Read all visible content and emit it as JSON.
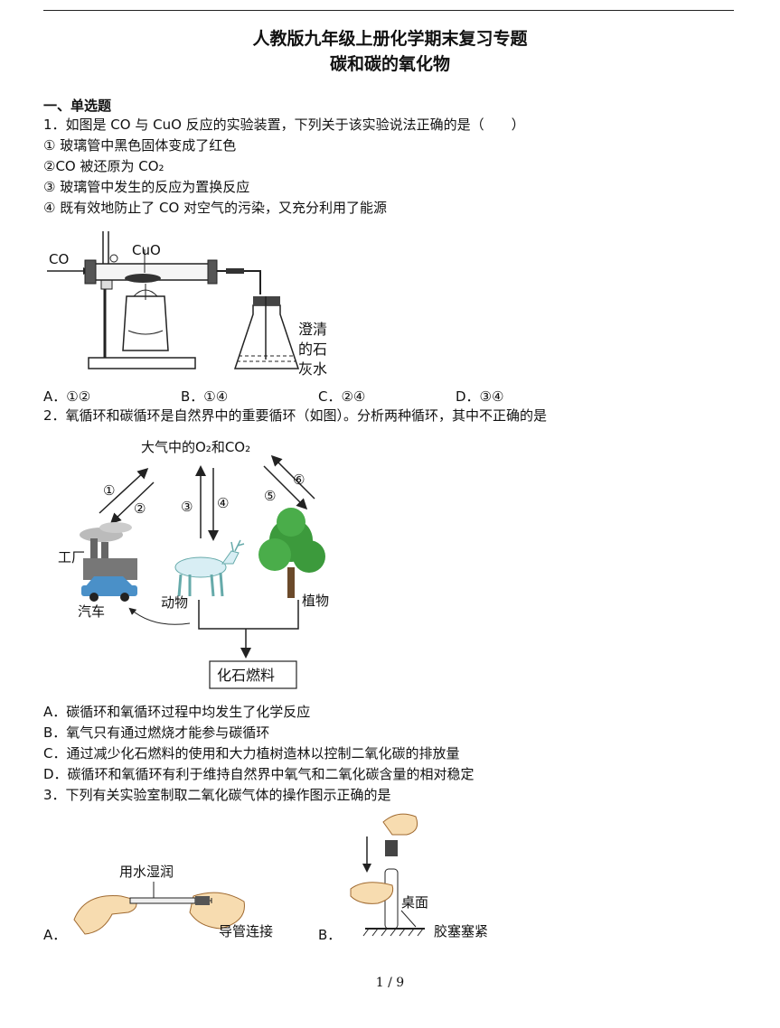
{
  "doc": {
    "title": "人教版九年级上册化学期末复习专题",
    "subtitle": "碳和碳的氧化物",
    "section": "一、单选题",
    "page": "1 / 9"
  },
  "q1": {
    "stem": "1．如图是 CO 与 CuO 反应的实验装置，下列关于该实验说法正确的是（　　）",
    "statements": [
      "① 玻璃管中黑色固体变成了红色",
      "②CO 被还原为 CO₂",
      "③ 玻璃管中发生的反应为置换反应",
      "④ 既有效地防止了 CO 对空气的污染，又充分利用了能源"
    ],
    "fig": {
      "co": "CO",
      "cuo": "CuO",
      "lime1": "澄清",
      "lime2": "的石",
      "lime3": "灰水"
    },
    "options": [
      "A．①②",
      "B．①④",
      "C．②④",
      "D．③④"
    ]
  },
  "q2": {
    "stem": "2．氧循环和碳循环是自然界中的重要循环（如图）。分析两种循环，其中不正确的是",
    "fig": {
      "atmosphere": "大气中的O₂和CO₂",
      "n1": "①",
      "n2": "②",
      "n3": "③",
      "n4": "④",
      "n5": "⑤",
      "n6": "⑥",
      "factory": "工厂",
      "car": "汽车",
      "animal": "动物",
      "plant": "植物",
      "fossil": "化石燃料"
    },
    "options": [
      "A．碳循环和氧循环过程中均发生了化学反应",
      "B．氧气只有通过燃烧才能参与碳循环",
      "C．通过减少化石燃料的使用和大力植树造林以控制二氧化碳的排放量",
      "D．碳循环和氧循环有利于维持自然界中氧气和二氧化碳含量的相对稳定"
    ]
  },
  "q3": {
    "stem": "3．下列有关实验室制取二氧化碳气体的操作图示正确的是",
    "a": {
      "letter": "A．",
      "wet": "用水湿润",
      "caption": "导管连接"
    },
    "b": {
      "letter": "B．",
      "desk": "桌面",
      "caption": "胶塞塞紧"
    }
  }
}
